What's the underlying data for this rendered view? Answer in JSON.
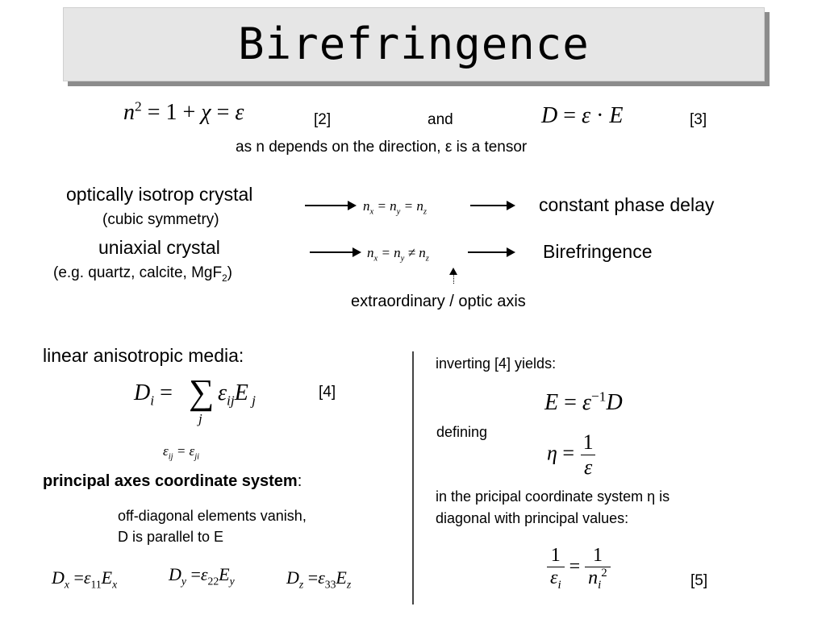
{
  "title": "Birefringence",
  "top": {
    "ref2": "[2]",
    "and": "and",
    "ref3": "[3]",
    "tensor_note": "as n depends on the direction, ε is a tensor"
  },
  "crystals": {
    "isotrop_label": "optically isotrop crystal",
    "isotrop_sub": "(cubic symmetry)",
    "isotrop_result": "constant phase delay",
    "uniaxial_label": "uniaxial crystal",
    "uniaxial_sub_prefix": "(e.g. quartz, calcite, MgF",
    "uniaxial_sub_subscript": "2",
    "uniaxial_sub_suffix": ")",
    "uniaxial_result": "Birefringence",
    "axis_note": "extraordinary / optic axis"
  },
  "left": {
    "heading": "linear anisotropic media:",
    "ref4": "[4]",
    "principal_bold": "principal axes coordinate system",
    "principal_colon": ":",
    "note_line1": "off-diagonal elements vanish,",
    "note_line2": "D is parallel to E"
  },
  "right": {
    "inverting": "inverting [4] yields:",
    "defining": "defining",
    "pricipal_line1": "in the pricipal coordinate system η is",
    "pricipal_line2": "diagonal with principal values:",
    "ref5": "[5]"
  }
}
